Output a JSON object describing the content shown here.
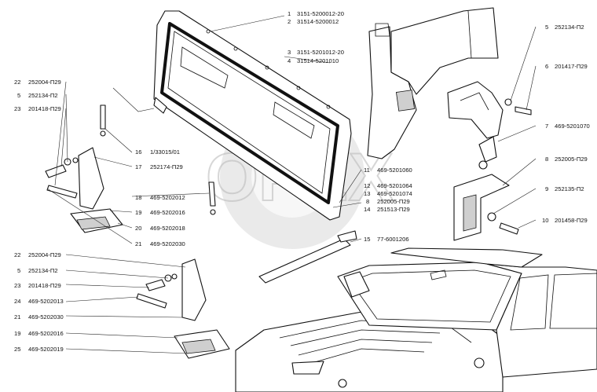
{
  "watermark": {
    "text": "OPEX"
  },
  "labels": [
    {
      "id": "c1",
      "num": "1",
      "code": "3151-5200012-20"
    },
    {
      "id": "c2",
      "num": "2",
      "code": "31514-5200012"
    },
    {
      "id": "c3",
      "num": "3",
      "code": "3151-5201012-20"
    },
    {
      "id": "c4",
      "num": "4",
      "code": "31514-5201010"
    },
    {
      "id": "r5",
      "num": "5",
      "code": "252134-П2"
    },
    {
      "id": "r6",
      "num": "6",
      "code": "201417-П29"
    },
    {
      "id": "r7",
      "num": "7",
      "code": "469-5201070"
    },
    {
      "id": "r8",
      "num": "8",
      "code": "252005-П29"
    },
    {
      "id": "r9",
      "num": "9",
      "code": "252135-П2"
    },
    {
      "id": "r10",
      "num": "10",
      "code": "201458-П29"
    },
    {
      "id": "m11",
      "num": "11",
      "code": "469-5201060"
    },
    {
      "id": "m12",
      "num": "12",
      "code": "469-5201064"
    },
    {
      "id": "m13",
      "num": "13",
      "code": "469-5201074"
    },
    {
      "id": "m8",
      "num": "8",
      "code": "252005-П29"
    },
    {
      "id": "m14",
      "num": "14",
      "code": "251513-П29"
    },
    {
      "id": "m15",
      "num": "15",
      "code": "77-6001206"
    },
    {
      "id": "l22a",
      "num": "22",
      "code": "252004-П29"
    },
    {
      "id": "l5a",
      "num": "5",
      "code": "252134-П2"
    },
    {
      "id": "l23a",
      "num": "23",
      "code": "201418-П29"
    },
    {
      "id": "l16",
      "num": "16",
      "code": "1/33015/01"
    },
    {
      "id": "l17",
      "num": "17",
      "code": "252174-П29"
    },
    {
      "id": "l18",
      "num": "18",
      "code": "469-5202012"
    },
    {
      "id": "l19a",
      "num": "19",
      "code": "469-5202016"
    },
    {
      "id": "l20",
      "num": "20",
      "code": "469-5202018"
    },
    {
      "id": "l21a",
      "num": "21",
      "code": "469-5202030"
    },
    {
      "id": "l22b",
      "num": "22",
      "code": "252004-П29"
    },
    {
      "id": "l5b",
      "num": "5",
      "code": "252134-П2"
    },
    {
      "id": "l23b",
      "num": "23",
      "code": "201418-П29"
    },
    {
      "id": "l24",
      "num": "24",
      "code": "469-5202013"
    },
    {
      "id": "l21b",
      "num": "21",
      "code": "469-5202030"
    },
    {
      "id": "l19b",
      "num": "19",
      "code": "469-5202016"
    },
    {
      "id": "l25",
      "num": "25",
      "code": "469-5202019"
    }
  ]
}
